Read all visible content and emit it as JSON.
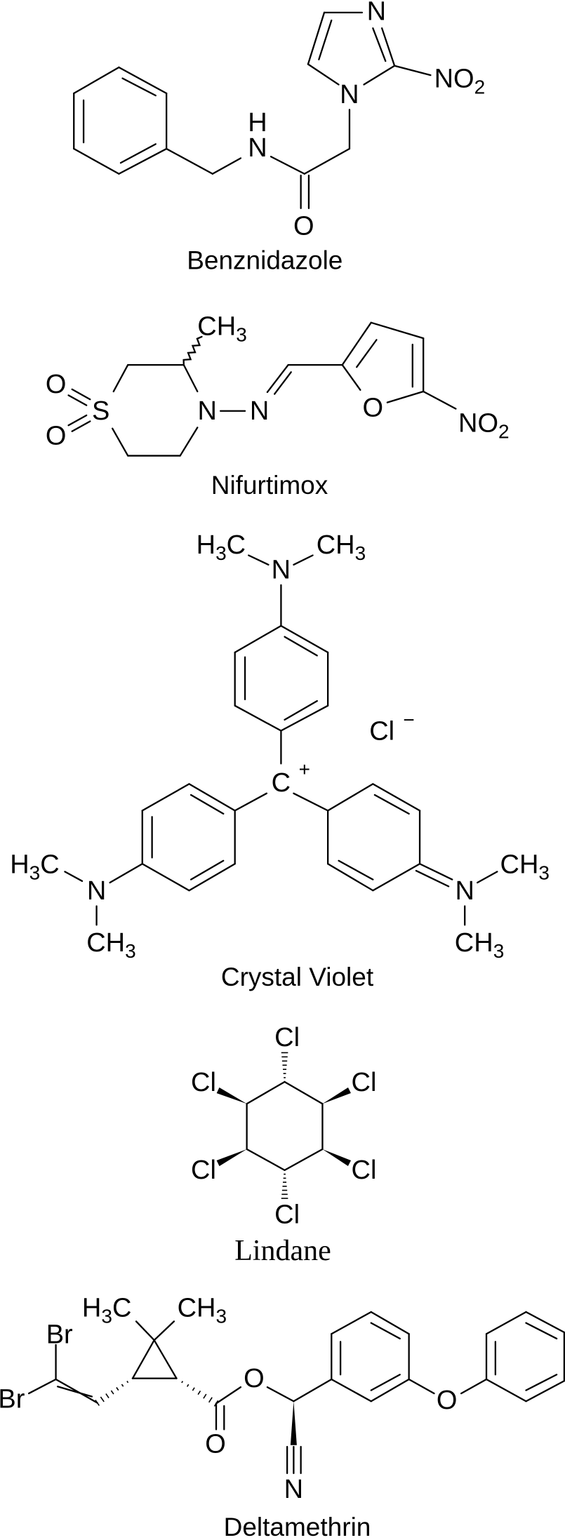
{
  "benznidazole": {
    "name": "Benznidazole",
    "amide_N": "N",
    "amide_H": "H",
    "carbonyl_O": "O",
    "ring_N1": "N",
    "ring_N3": "N",
    "nitro": {
      "main": "NO",
      "sub": "2"
    }
  },
  "nifurtimox": {
    "name": "Nifurtimox",
    "methyl": {
      "main": "CH",
      "sub": "3"
    },
    "sulfur": "S",
    "sulfonyl_O1": "O",
    "sulfonyl_O2": "O",
    "ring_N": "N",
    "imine_N": "N",
    "furan_O": "O",
    "nitro": {
      "main": "NO",
      "sub": "2"
    }
  },
  "crystal_violet": {
    "name": "Crystal Violet",
    "top_N": "N",
    "top_left_methyl": {
      "pre": "H",
      "sub": "3",
      "post": "C"
    },
    "top_right_methyl": {
      "main": "CH",
      "sub": "3"
    },
    "carbocation": "C",
    "plus": "+",
    "counterion": "Cl",
    "minus": "−",
    "left_N": "N",
    "left_methyl": {
      "pre": "H",
      "sub": "3",
      "post": "C"
    },
    "left_lower_methyl": {
      "main": "CH",
      "sub": "3"
    },
    "right_N": "N",
    "right_methyl": {
      "main": "CH",
      "sub": "3"
    },
    "right_lower_methyl": {
      "main": "CH",
      "sub": "3"
    }
  },
  "lindane": {
    "name": "Lindane",
    "chlorines": [
      "Cl",
      "Cl",
      "Cl",
      "Cl",
      "Cl",
      "Cl"
    ]
  },
  "deltamethrin": {
    "name": "Deltamethrin",
    "left_methyl": {
      "pre": "H",
      "sub": "3",
      "post": "C"
    },
    "right_methyl": {
      "main": "CH",
      "sub": "3"
    },
    "bromine_top": "Br",
    "bromine_left": "Br",
    "ester_O": "O",
    "carbonyl_O": "O",
    "nitrile_N": "N",
    "ether_O": "O"
  }
}
